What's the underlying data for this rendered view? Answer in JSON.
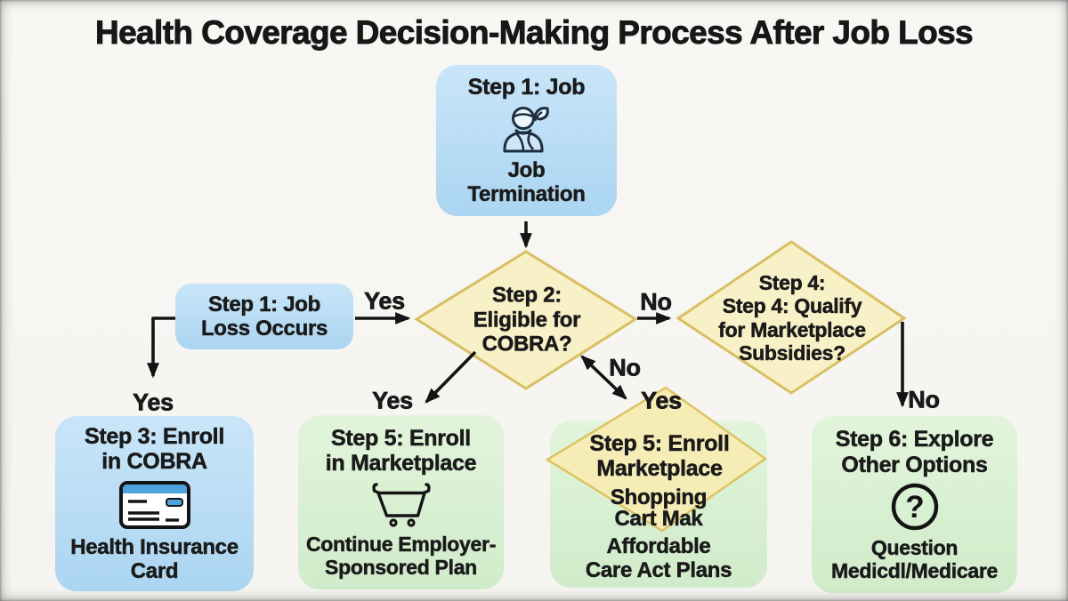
{
  "title": "Health Coverage Decision-Making Process After Job Loss",
  "colors": {
    "node_blue": "#abd5f1",
    "node_green": "#d0ebca",
    "diamond_fill": "#f8f0c6",
    "diamond_border": "#d9bf62",
    "arrow": "#141414",
    "text": "#1a1a1a",
    "card_stripe_blue": "#4da3dd"
  },
  "nodes": {
    "job_termination": {
      "title": "Step 1: Job",
      "icon": "worker-person-icon",
      "caption": "Job\nTermination"
    },
    "job_loss": {
      "title": "Step 1: Job\nLoss Occurs"
    },
    "cobra_decision": {
      "title": "Step 2:\nEligible for\nCOBRA?"
    },
    "subsidy_decision": {
      "title": "Step 4:\nStep 4: Qualify\nfor Marketplace\nSubsidies?"
    },
    "enroll_cobra": {
      "title": "Step 3: Enroll\nin COBRA",
      "icon": "insurance-card-icon",
      "caption": "Health Insurance\nCard"
    },
    "enroll_marketplace": {
      "title": "Step 5: Enroll\nin Marketplace",
      "icon": "shopping-cart-icon",
      "caption": "Continue Employer-\nSponsored Plan"
    },
    "marketplace_shopping": {
      "title": "Step 5: Enroll\nMarketplace",
      "subtitle": "Shopping\nCart Mak",
      "caption": "Affordable\nCare Act Plans"
    },
    "explore_options": {
      "title": "Step 6: Explore\nOther Options",
      "icon": "question-circle-icon",
      "caption": "Question\nMedicdl/Medicare"
    }
  },
  "edge_labels": {
    "job_loss_to_cobra_yes": "Yes",
    "job_loss_down_yes": "Yes",
    "cobra_to_marketplace_yes": "Yes",
    "cobra_no_diagonal": "No",
    "cobra_to_subsidy_no": "No",
    "shopping_yes": "Yes",
    "subsidy_down_no": "No"
  }
}
